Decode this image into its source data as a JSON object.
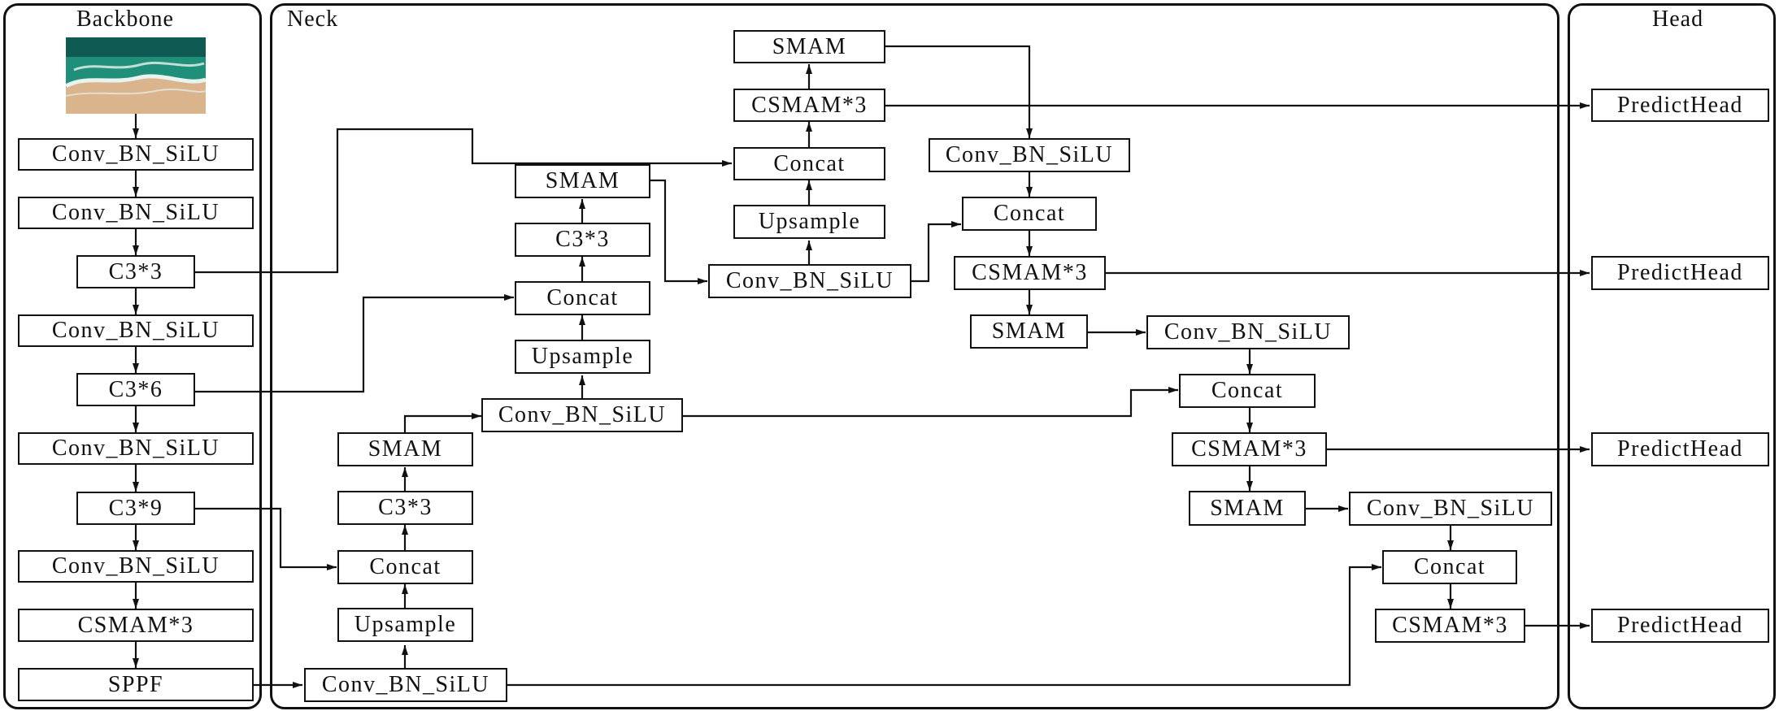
{
  "panels": {
    "backbone": "Backbone",
    "neck": "Neck",
    "head": "Head"
  },
  "input_image": {
    "subject": "aerial view of ocean waves on a sandy beach"
  },
  "colors": {
    "line": "#111111",
    "sea": "#1f8f7a",
    "deep_sea": "#0f5a52",
    "sand": "#d9b48c",
    "foam": "#e8f2ee"
  },
  "backbone": {
    "b1": "Conv_BN_SiLU",
    "b2": "Conv_BN_SiLU",
    "b3": "C3*3",
    "b4": "Conv_BN_SiLU",
    "b5": "C3*6",
    "b6": "Conv_BN_SiLU",
    "b7": "C3*9",
    "b8": "Conv_BN_SiLU",
    "b9": "CSMAM*3",
    "b10": "SPPF"
  },
  "neck": {
    "n_conv1": "Conv_BN_SiLU",
    "n_up1": "Upsample",
    "n_concat1": "Concat",
    "n_c3a": "C3*3",
    "n_smam1": "SMAM",
    "n_conv2": "Conv_BN_SiLU",
    "n_up2": "Upsample",
    "n_concat2": "Concat",
    "n_c3b": "C3*3",
    "n_smam2": "SMAM",
    "n_conv3": "Conv_BN_SiLU",
    "n_up3": "Upsample",
    "n_concat3": "Concat",
    "n_csmam1": "CSMAM*3",
    "n_smam3": "SMAM",
    "n_conv4": "Conv_BN_SiLU",
    "n_concat4": "Concat",
    "n_csmam2": "CSMAM*3",
    "n_smam4": "SMAM",
    "n_conv5": "Conv_BN_SiLU",
    "n_concat5": "Concat",
    "n_csmam3": "CSMAM*3",
    "n_smam5": "SMAM",
    "n_conv6": "Conv_BN_SiLU",
    "n_concat6": "Concat",
    "n_csmam4": "CSMAM*3"
  },
  "head": {
    "h1": "PredictHead",
    "h2": "PredictHead",
    "h3": "PredictHead",
    "h4": "PredictHead"
  }
}
